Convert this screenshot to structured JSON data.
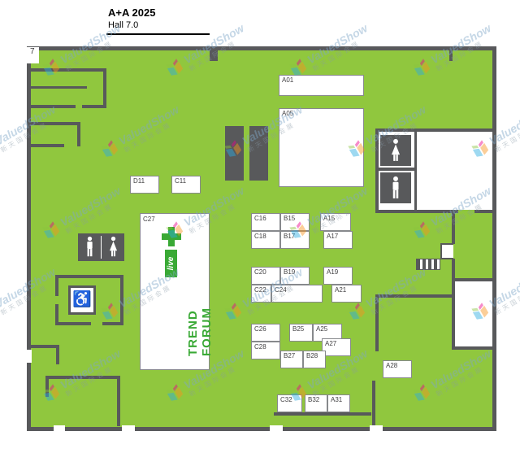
{
  "header": {
    "title": "A+A 2025",
    "subtitle": "Hall 7.0"
  },
  "hall": {
    "corner_label": "7"
  },
  "booths": {
    "a01": "A01",
    "a05": "A05",
    "d11": "D11",
    "c11": "C11",
    "c27": "C27",
    "c16": "C16",
    "b15": "B15",
    "a15": "A15",
    "c18": "C18",
    "b17": "B17",
    "a17": "A17",
    "c20": "C20",
    "b19": "B19",
    "a19": "A19",
    "c22": "C22",
    "c24": "C24",
    "a21": "A21",
    "c26": "C26",
    "b25": "B25",
    "a25": "A25",
    "c28": "C28",
    "a27": "A27",
    "b27": "B27",
    "b28": "B28",
    "c32": "C32",
    "b32": "B32",
    "a31": "A31",
    "a28": "A28"
  },
  "trend_forum": {
    "line1": "TREND",
    "line2": "FORUM",
    "badge": "live"
  },
  "icons": {
    "wheelchair_glyph": "♿"
  },
  "watermark": {
    "name": "ValuedShow",
    "cn": "新天国际会展"
  },
  "colors": {
    "hall_green": "#90c73e",
    "wall_gray": "#58595b",
    "trend_green": "#39a935",
    "booth_border": "#87898c"
  }
}
